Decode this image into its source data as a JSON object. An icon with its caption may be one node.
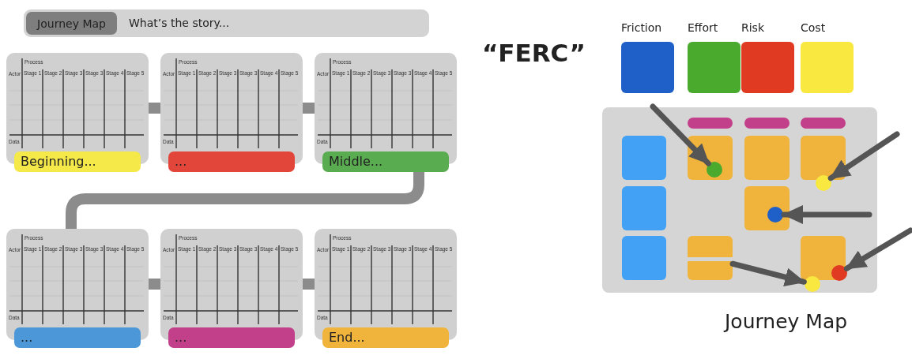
{
  "diagram": {
    "nodes": [
      {
        "text": [
          "Journey Map",
          "What’s the story..."
        ]
      },
      {
        "text": [
          "Process",
          "Actor",
          "Stage 1",
          "Stage 2",
          "Stage 3",
          "Stage 3",
          "Stage 4",
          "Stage 5",
          "Data",
          "Beginning..."
        ]
      },
      {
        "text": [
          "Process",
          "Actor",
          "Stage 1",
          "Stage 2",
          "Stage 3",
          "Stage 3",
          "Stage 4",
          "Stage 5",
          "Data",
          "..."
        ]
      },
      {
        "text": [
          "Process",
          "Actor",
          "Stage 1",
          "Stage 2",
          "Stage 3",
          "Stage 3",
          "Stage 4",
          "Stage 5",
          "Data",
          "Middle..."
        ]
      },
      {
        "text": [
          "Process",
          "Actor",
          "Stage 1",
          "Stage 2",
          "Stage 3",
          "Stage 3",
          "Stage 4",
          "Stage 5",
          "Data",
          "..."
        ]
      },
      {
        "text": [
          "Process",
          "Actor",
          "Stage 1",
          "Stage 2",
          "Stage 3",
          "Stage 3",
          "Stage 4",
          "Stage 5",
          "Data",
          "..."
        ]
      },
      {
        "text": [
          "Process",
          "Actor",
          "Stage 1",
          "Stage 2",
          "Stage 3",
          "Stage 3",
          "Stage 4",
          "Stage 5",
          "Data",
          "End..."
        ]
      },
      {
        "text": [],
        "shape": "box",
        "beside": [
          "Journey Map"
        ]
      },
      {
        "text": [],
        "shape": "bar",
        "in": 7
      },
      {
        "text": [],
        "shape": "bar",
        "in": 7
      },
      {
        "text": [],
        "shape": "bar",
        "in": 7
      },
      {
        "text": [],
        "shape": "box",
        "in": 7
      },
      {
        "text": [],
        "shape": "box",
        "in": 7
      },
      {
        "text": [],
        "shape": "circle",
        "in": 12
      },
      {
        "text": [],
        "shape": "box",
        "in": 7
      },
      {
        "text": [],
        "shape": "box",
        "in": 7
      },
      {
        "text": [],
        "shape": "circle",
        "in": 7
      },
      {
        "text": [],
        "shape": "box",
        "in": 7
      },
      {
        "text": [],
        "shape": "box",
        "in": 7
      },
      {
        "text": [],
        "shape": "circle",
        "in": 18
      },
      {
        "text": [],
        "shape": "box",
        "in": 7
      },
      {
        "text": [],
        "shape": "box",
        "in": 7
      },
      {
        "text": [],
        "shape": "box",
        "in": 7
      },
      {
        "text": [],
        "shape": "circle",
        "in": 7
      },
      {
        "text": [],
        "shape": "circle",
        "in": 22
      }
    ],
    "edges": [
      {
        "from": 1,
        "to": 2,
        "arrow": "none",
        "style": "thick"
      },
      {
        "from": 2,
        "to": 3,
        "arrow": "none",
        "style": "thick"
      },
      {
        "from": 3,
        "to": 4,
        "arrow": "none",
        "style": "thick"
      },
      {
        "from": 4,
        "to": 5,
        "arrow": "none",
        "style": "thick"
      },
      {
        "from": 5,
        "to": 6,
        "arrow": "none",
        "style": "thick"
      },
      {
        "from": null,
        "to": 13,
        "arrow": "to",
        "color": "#555555"
      },
      {
        "from": null,
        "to": 16,
        "arrow": "to",
        "color": "#555555"
      },
      {
        "from": null,
        "to": 19,
        "arrow": "to",
        "color": "#555555"
      },
      {
        "from": null,
        "to": 24,
        "arrow": "to",
        "color": "#555555"
      },
      {
        "from": 21,
        "to": 23,
        "arrow": "to",
        "color": "#555555"
      }
    ],
    "labels": [
      "“FERC”"
    ],
    "legend": [
      {
        "text": "Friction",
        "color": "#1f5fc8"
      },
      {
        "text": "Effort",
        "color": "#4aaa2e"
      },
      {
        "text": "Risk",
        "color": "#e03a22"
      },
      {
        "text": "Cost",
        "color": "#f8e840"
      }
    ]
  }
}
